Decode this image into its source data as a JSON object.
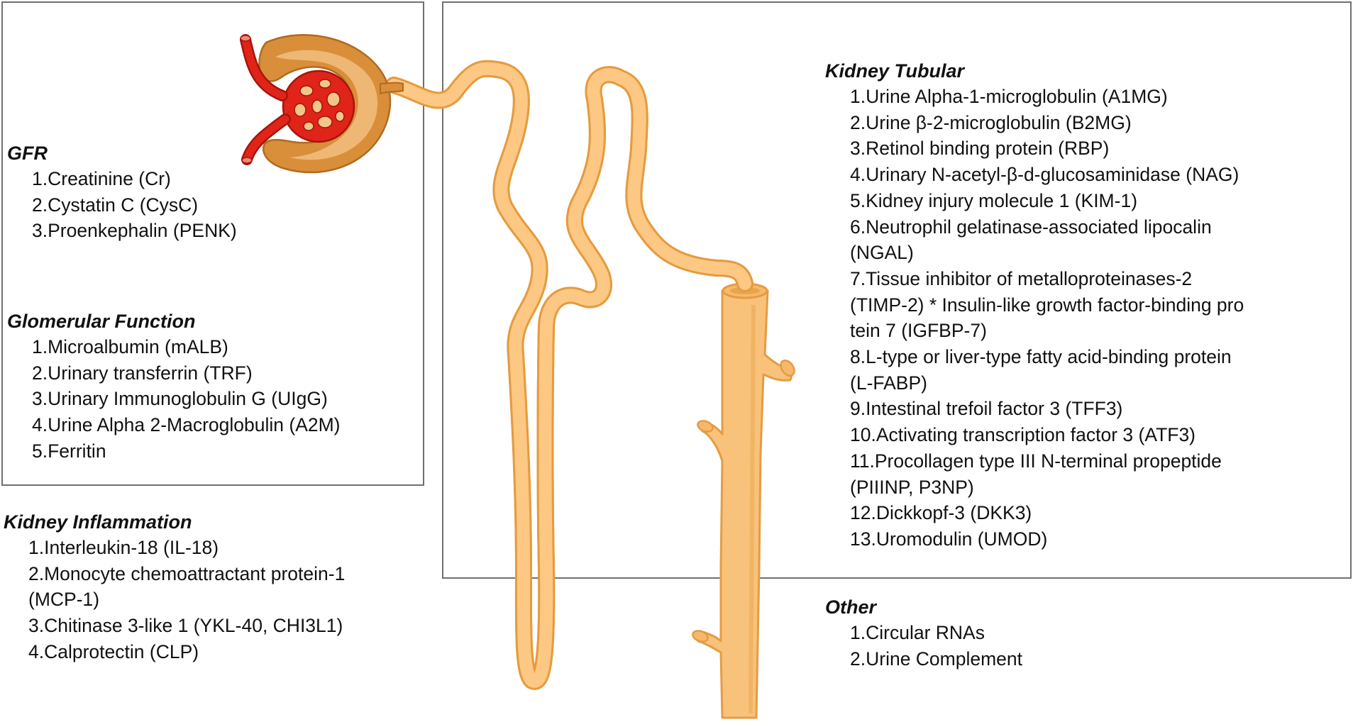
{
  "sections": {
    "gfr": {
      "title": "GFR",
      "items": [
        "1.Creatinine (Cr)",
        "2.Cystatin C (CysC)",
        "3.Proenkephalin (PENK)"
      ]
    },
    "glomerular": {
      "title": "Glomerular Function",
      "items": [
        "1.Microalbumin (mALB)",
        "2.Urinary transferrin (TRF)",
        "3.Urinary Immunoglobulin G (UIgG)",
        "4.Urine Alpha 2-Macroglobulin (A2M)",
        "5.Ferritin"
      ]
    },
    "inflammation": {
      "title": "Kidney Inflammation",
      "items": [
        "1.Interleukin-18 (IL-18)",
        "2.Monocyte chemoattractant protein-1",
        "(MCP-1)",
        "3.Chitinase 3-like 1 (YKL-40, CHI3L1)",
        "4.Calprotectin (CLP)"
      ]
    },
    "tubular": {
      "title": "Kidney Tubular",
      "items": [
        "1.Urine Alpha-1-microglobulin (A1MG)",
        "2.Urine β-2-microglobulin (B2MG)",
        "3.Retinol binding protein (RBP)",
        "4.Urinary N-acetyl-β-d-glucosaminidase (NAG)",
        "5.Kidney injury molecule 1 (KIM-1)",
        "6.Neutrophil gelatinase-associated lipocalin",
        "(NGAL)",
        "7.Tissue inhibitor of metalloproteinases-2",
        "(TIMP-2) * Insulin-like growth factor-binding pro",
        "tein 7 (IGFBP-7)",
        "8.L-type or liver-type fatty acid-binding protein",
        "(L-FABP)",
        "9.Intestinal trefoil factor 3 (TFF3)",
        "10.Activating transcription factor 3 (ATF3)",
        "11.Procollagen type III N-terminal propeptide",
        "(PIIINP, P3NP)",
        "12.Dickkopf-3 (DKK3)",
        "13.Uromodulin (UMOD)"
      ]
    },
    "other": {
      "title": "Other",
      "items": [
        "1.Circular RNAs",
        "2.Urine Complement"
      ]
    }
  },
  "colors": {
    "tubule_fill": "#FCC883",
    "tubule_outline": "#E59B3E",
    "duct_fill": "#F9C27A",
    "duct_shade": "#E8A54E",
    "capsule_outer": "#D98E3A",
    "capsule_inner": "#EFB774",
    "vessel_red": "#E02419",
    "vessel_dark": "#A5150C",
    "frame": "#707070",
    "text": "#111111"
  }
}
